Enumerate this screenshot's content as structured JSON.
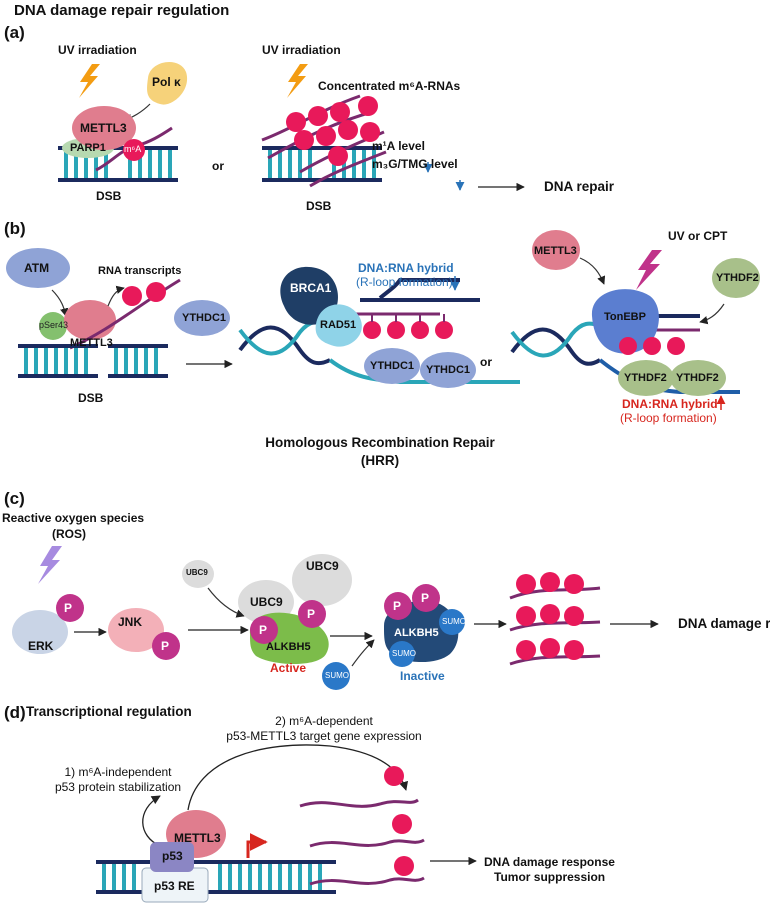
{
  "title": "DNA damage repair regulation",
  "panels": {
    "a": "(a)",
    "b": "(b)",
    "c": "(c)",
    "d": "(d)"
  },
  "a": {
    "uv1": "UV irradiation",
    "uv2": "UV irradiation",
    "polk": "Pol κ",
    "mettl3": "METTL3",
    "parp1": "PARP1",
    "m6a": "m⁶A",
    "dsb1": "DSB",
    "or": "or",
    "concentrated": "Concentrated m⁶A-RNAs",
    "m1a": "m¹A level",
    "m3g": "m₃G/TMG level",
    "dsb2": "DSB",
    "repair": "DNA repair"
  },
  "b": {
    "atm": "ATM",
    "transcripts": "RNA transcripts",
    "pser43": "pSer43",
    "mettl3": "METTL3",
    "dsb": "DSB",
    "ythdc1": "YTHDC1",
    "brca1": "BRCA1",
    "rad51": "RAD51",
    "hybrid_blue": "DNA:RNA hybrid",
    "rloop_blue": "(R-loop formation)",
    "ythdc1_a": "YTHDC1",
    "ythdc1_b": "YTHDC1",
    "or": "or",
    "mettl3_r": "METTL3",
    "uvcpt": "UV or CPT",
    "tonebp": "TonEBP",
    "ythdf2_free": "YTHDF2",
    "ythdf2_a": "YTHDF2",
    "ythdf2_b": "YTHDF2",
    "hybrid_red": "DNA:RNA hybrid",
    "rloop_red": "(R-loop formation)",
    "hrr1": "Homologous Recombination Repair",
    "hrr2": "(HRR)"
  },
  "c": {
    "ros1": "Reactive oxygen species",
    "ros2": "(ROS)",
    "erk": "ERK",
    "jnk": "JNK",
    "p": "P",
    "ubc9_small": "UBC9",
    "ubc9_a": "UBC9",
    "ubc9_b": "UBC9",
    "alkbh5": "ALKBH5",
    "active": "Active",
    "sumo": "SUMO",
    "alkbh5_2": "ALKBH5",
    "inactive": "Inactive",
    "repair": "DNA damage repair"
  },
  "d": {
    "heading": "Transcriptional regulation",
    "step2_1": "2) m⁶A-dependent",
    "step2_2": "p53-METTL3 target gene expression",
    "step1_1": "1) m⁶A-independent",
    "step1_2": "p53 protein stabilization",
    "mettl3": "METTL3",
    "p53": "p53",
    "p53re": "p53 RE",
    "response1": "DNA damage response",
    "response2": "Tumor suppression"
  },
  "colors": {
    "mettl3": "#e07d8e",
    "m6a": "#e8195a",
    "rna": "#7b2a6e",
    "dna_dark": "#1b2a5e",
    "dna_teal": "#2aa6b8",
    "ythdc1": "#8fa3d6",
    "ythdf2": "#a8c08a",
    "brca1": "#1f3e66",
    "rad51": "#8fd3e8",
    "phospho": "#c0338a",
    "sumo": "#2a78c8",
    "alkbh5_active": "#7cbc4a",
    "alkbh5_inactive": "#234a78",
    "red": "#d7261e",
    "blue_text": "#2a73b8"
  }
}
